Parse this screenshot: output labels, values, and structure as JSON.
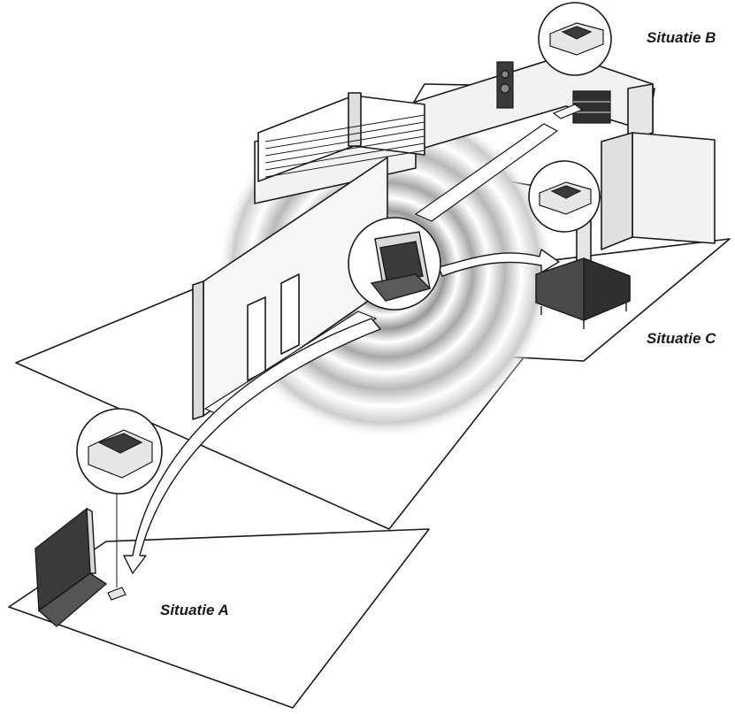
{
  "labels": {
    "situation_a": "Situatie A",
    "situation_b": "Situatie B",
    "situation_c": "Situatie C"
  },
  "colors": {
    "line": "#1a1a1a",
    "floor": "#ffffff",
    "wall_face": "#f2f2f2",
    "wall_side": "#d9d9d9",
    "device_dark": "#3a3a3a",
    "device_light": "#e6e6e6",
    "wave": "#9a9a9a"
  },
  "icons": {
    "remote": "handheld-remote-icon",
    "receiver": "receiver-box-icon",
    "tv": "tv-icon",
    "stereo": "stereo-icon",
    "speaker": "speaker-icon",
    "cabinet": "cabinet-icon"
  }
}
